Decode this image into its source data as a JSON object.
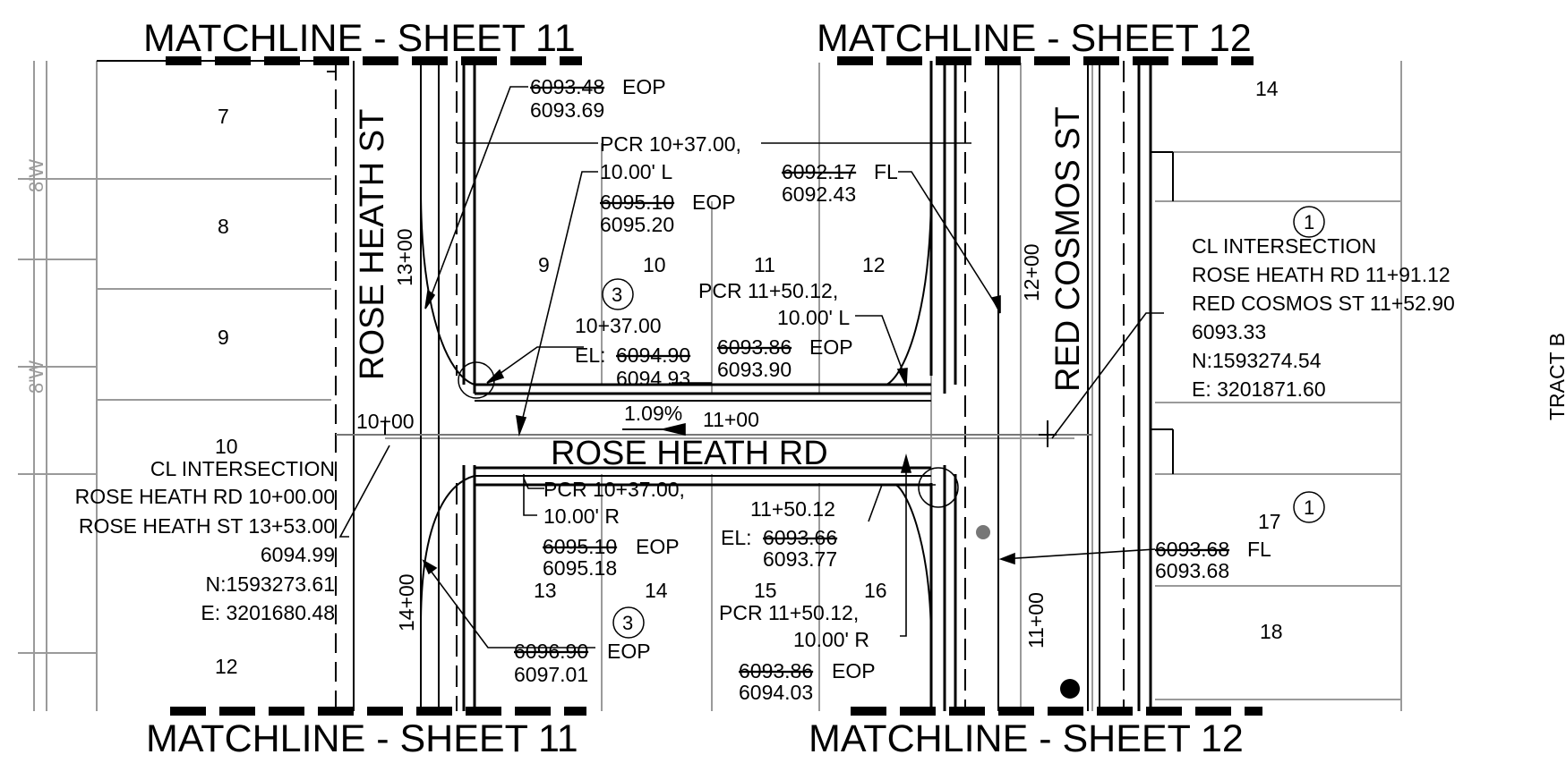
{
  "matchlines": {
    "top_left": "MATCHLINE - SHEET 11",
    "top_right": "MATCHLINE - SHEET 12",
    "bottom_left": "MATCHLINE - SHEET 11",
    "bottom_right": "MATCHLINE - SHEET 12"
  },
  "streets": {
    "rose_heath_st": "ROSE HEATH ST",
    "red_cosmos_st": "RED COSMOS ST",
    "rose_heath_rd": "ROSE HEATH RD",
    "tract": "TRACT B"
  },
  "stations": {
    "s13_00": "13+00",
    "s10_00": "10+00",
    "s14_00": "14+00",
    "s12_00": "12+00",
    "s11_00_road": "11+00",
    "s11_00_cosmos": "11+00"
  },
  "lots_left": [
    "7",
    "8",
    "9",
    "10",
    "12"
  ],
  "lots_center_top": [
    "9",
    "10",
    "11",
    "12"
  ],
  "lots_center_bottom": [
    "13",
    "14",
    "15",
    "16"
  ],
  "lots_right": [
    "14",
    "17",
    "18"
  ],
  "circle_labels": {
    "c3_top": "3",
    "c3_bottom": "3",
    "c1_top": "1",
    "c1_bottom": "1"
  },
  "callouts": {
    "eop_nw": {
      "old": "6093.48",
      "tag": "EOP",
      "new": "6093.69"
    },
    "pcr_nw": {
      "line1": "PCR 10+37.00,",
      "line2": "10.00' L"
    },
    "eop_n1": {
      "old": "6095.10",
      "tag": "EOP",
      "new": "6095.20"
    },
    "fl_ne": {
      "old": "6092.17",
      "tag": "FL",
      "new": "6092.43"
    },
    "el_nw": {
      "sta": "10+37.00",
      "prefix": "EL:",
      "old": "6094.90",
      "new": "6094.93"
    },
    "pcr_ne": {
      "line1": "PCR 11+50.12,",
      "line2": "10.00' L"
    },
    "eop_n2": {
      "old": "6093.86",
      "tag": "EOP",
      "new": "6093.90"
    },
    "grade": "1.09%",
    "pcr_sw": {
      "line1": "PCR 10+37.00,",
      "line2": "10.00' R"
    },
    "eop_s1": {
      "old": "6095.10",
      "tag": "EOP",
      "new": "6095.18"
    },
    "el_se": {
      "sta": "11+50.12",
      "prefix": "EL:",
      "old": "6093.66",
      "new": "6093.77"
    },
    "pcr_se": {
      "line1": "PCR 11+50.12,",
      "line2": "10.00' R"
    },
    "eop_sw": {
      "old": "6096.90",
      "tag": "EOP",
      "new": "6097.01"
    },
    "eop_s2": {
      "old": "6093.86",
      "tag": "EOP",
      "new": "6094.03"
    },
    "fl_se": {
      "old": "6093.68",
      "tag": "FL",
      "new": "6093.68"
    }
  },
  "intersection_left": {
    "title": "CL INTERSECTION",
    "line1": "ROSE HEATH RD 10+00.00",
    "line2": "ROSE HEATH ST 13+53.00",
    "elev": "6094.99",
    "north": "N:1593273.61",
    "east": "E: 3201680.48"
  },
  "intersection_right": {
    "title": "CL INTERSECTION",
    "line1": "ROSE HEATH RD 11+91.12",
    "line2": "RED COSMOS ST 11+52.90",
    "elev": "6093.33",
    "north": "N:1593274.54",
    "east": "E: 3201871.60"
  },
  "grey_dims": {
    "top": "8'W",
    "bottom": "8'W"
  }
}
